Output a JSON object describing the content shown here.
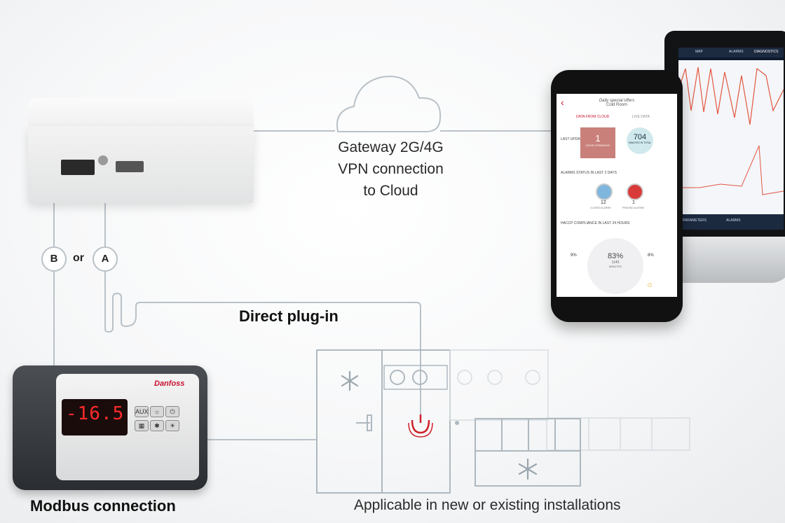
{
  "diagram": {
    "gateway_caption": [
      "Gateway 2G/4G",
      "VPN connection",
      "to Cloud"
    ],
    "direct_plug_label": "Direct plug-in",
    "modbus_label": "Modbus connection",
    "applicable_label": "Applicable in new or existing installations",
    "option_b": "B",
    "option_a": "A",
    "option_or": "or"
  },
  "controller": {
    "display_value": "-16.5",
    "brand": "Danfoss",
    "button_label": "AUX"
  },
  "phone_app": {
    "header_title": "Daily special offers",
    "header_subtitle": "Cold Room",
    "tab_cloud": "DATA FROM CLOUD",
    "tab_live": "LIVE DATA",
    "door_count": "1",
    "door_label": "DOOR OPENINGS",
    "minutes_count": "704",
    "minutes_label": "MINUTES IN TOTAL",
    "alarms_title": "ALARMS STATUS IN LAST 2 DAYS",
    "closed_alarms_count": "12",
    "closed_alarms_label": "CLOSED ALARMS",
    "pending_alarms_count": "1",
    "pending_alarms_label": "PENDING ALARMS",
    "haccp_title": "HACCP COMPLIANCE IN LAST 24 HOURS",
    "haccp_percent": "83%",
    "haccp_minutes": "1140",
    "haccp_minutes_label": "MINUTES",
    "left_percent": "9%",
    "right_percent": "8%",
    "last_update": "LAST UPDATE"
  },
  "laptop_app": {
    "tabs": [
      "MAP",
      "ALARMS",
      "DIAGNOSTICS"
    ],
    "footer_parameters": "PARAMETERS",
    "footer_alarms": "ALARMS"
  },
  "colors": {
    "line": "#b9c2c8",
    "accent_red": "#d0202a",
    "snowflake": "#9aa6ae"
  }
}
